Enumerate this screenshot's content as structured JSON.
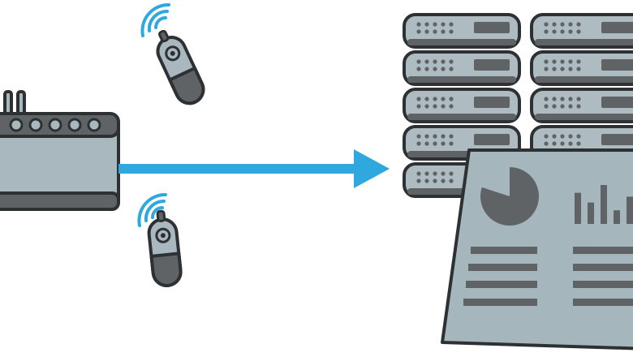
{
  "colors": {
    "outline": "#2e3133",
    "device_fill": "#a8b8be",
    "device_dark": "#5f6366",
    "server_fill": "#aebcc1",
    "arrow": "#2ea8df",
    "signal": "#2ea8df",
    "dashboard_fill": "#a5b6bc"
  },
  "icons": {
    "gateway": "router-icon",
    "sensor_top": "wireless-sensor-icon",
    "sensor_bottom": "wireless-sensor-icon",
    "arrow": "data-flow-arrow",
    "server_rack": "server-rack-icon",
    "dashboard": "dashboard-report-icon"
  },
  "server_rack": {
    "columns": 2,
    "units_per_column": 5
  },
  "dashboard": {
    "pie_chart_filled_fraction": 0.8,
    "bar_levels": [
      0.8,
      0.55,
      1.0,
      0.35,
      0.7
    ]
  }
}
